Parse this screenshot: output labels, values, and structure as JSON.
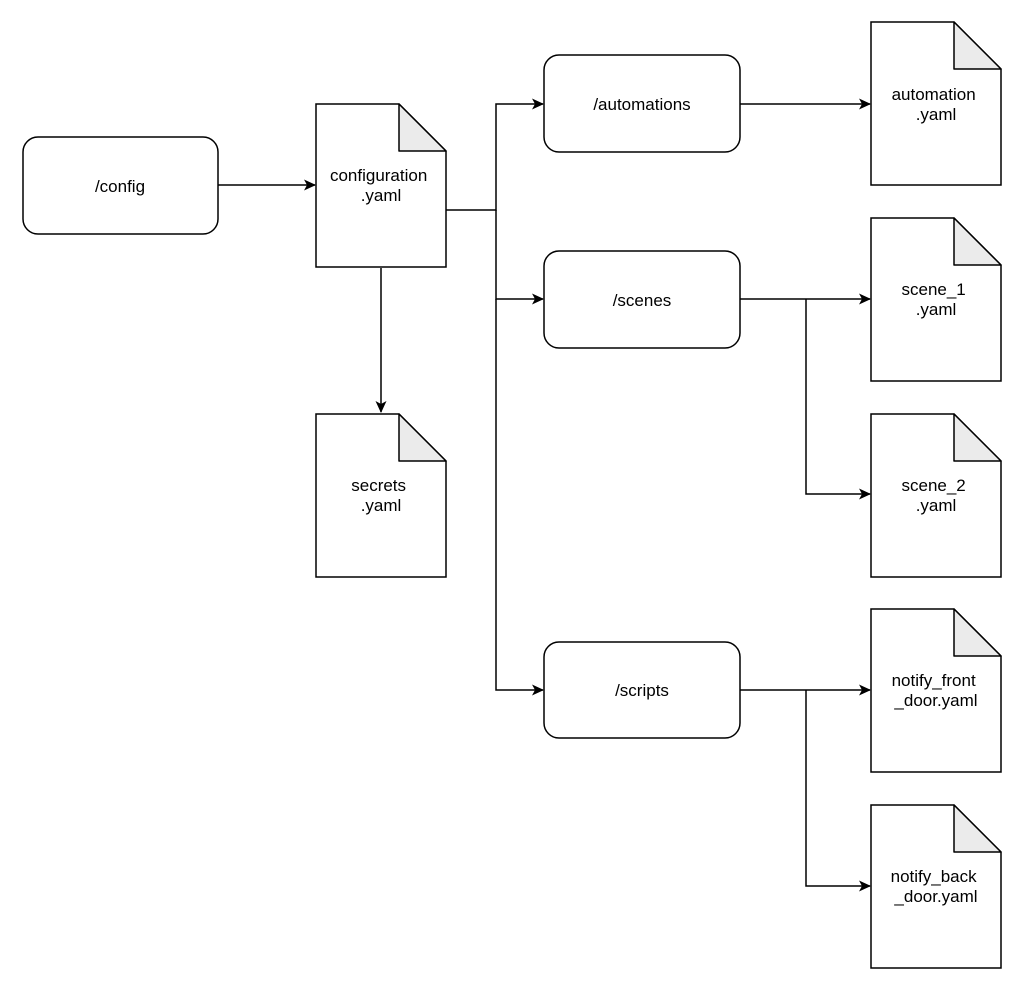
{
  "diagram": {
    "nodes": {
      "config": {
        "lines": [
          "/config"
        ]
      },
      "configuration_yaml": {
        "lines": [
          "configuration",
          ".yaml"
        ]
      },
      "secrets_yaml": {
        "lines": [
          "secrets",
          ".yaml"
        ]
      },
      "automations": {
        "lines": [
          "/automations"
        ]
      },
      "scenes": {
        "lines": [
          "/scenes"
        ]
      },
      "scripts": {
        "lines": [
          "/scripts"
        ]
      },
      "automation_yaml": {
        "lines": [
          "automation",
          ".yaml"
        ]
      },
      "scene_1_yaml": {
        "lines": [
          "scene_1",
          ".yaml"
        ]
      },
      "scene_2_yaml": {
        "lines": [
          "scene_2",
          ".yaml"
        ]
      },
      "notify_front_door_yaml": {
        "lines": [
          "notify_front",
          "_door.yaml"
        ]
      },
      "notify_back_door_yaml": {
        "lines": [
          "notify_back",
          "_door.yaml"
        ]
      }
    },
    "edges": [
      {
        "from": "config",
        "to": "configuration_yaml"
      },
      {
        "from": "configuration_yaml",
        "to": "secrets_yaml"
      },
      {
        "from": "configuration_yaml",
        "to": "automations"
      },
      {
        "from": "configuration_yaml",
        "to": "scenes"
      },
      {
        "from": "configuration_yaml",
        "to": "scripts"
      },
      {
        "from": "automations",
        "to": "automation_yaml"
      },
      {
        "from": "scenes",
        "to": "scene_1_yaml"
      },
      {
        "from": "scenes",
        "to": "scene_2_yaml"
      },
      {
        "from": "scripts",
        "to": "notify_front_door_yaml"
      },
      {
        "from": "scripts",
        "to": "notify_back_door_yaml"
      }
    ],
    "colors": {
      "stroke": "#000000",
      "fill": "#ffffff",
      "fold_fill": "#ebebeb"
    }
  }
}
